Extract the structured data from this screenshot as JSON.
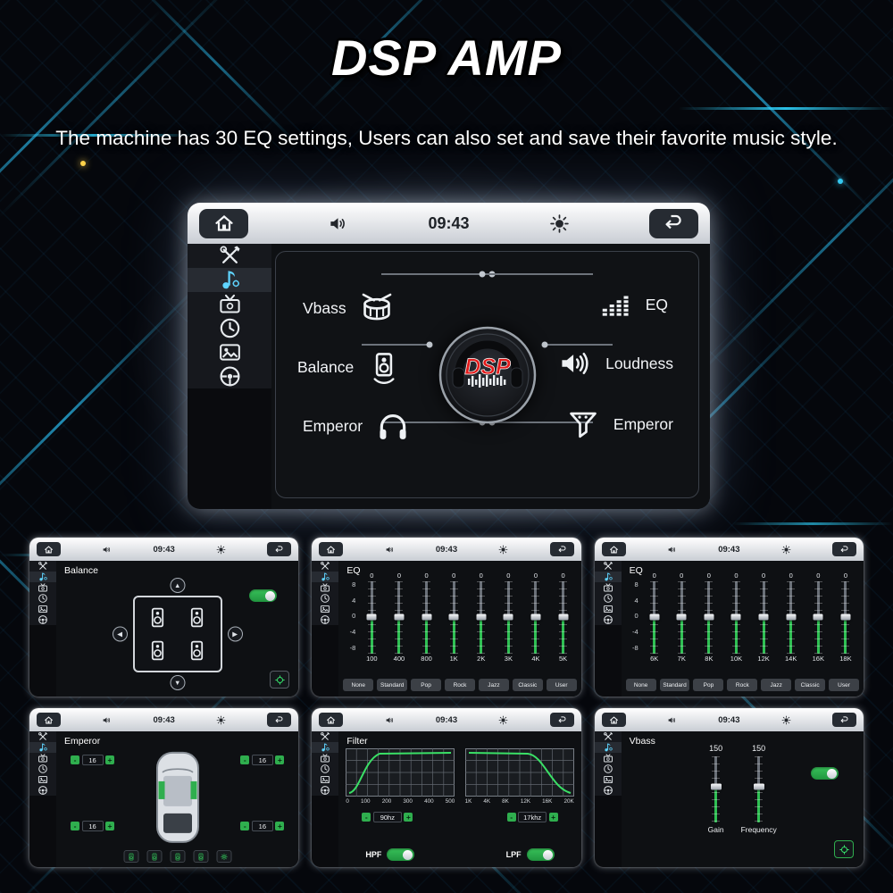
{
  "colors": {
    "accent_green": "#2fae4e",
    "accent_cyan": "#35c8f0",
    "logo_red": "#e31a1a",
    "screen_bg": "#0e1013",
    "statusbar_light": "#d7dbe0"
  },
  "header": {
    "title": "DSP AMP",
    "subtitle": "The machine has 30 EQ settings, Users can also set and save their favorite music style."
  },
  "statusbar": {
    "time": "09:43"
  },
  "sidebar": {
    "items": [
      "setup",
      "audio",
      "video",
      "clock",
      "gallery",
      "steering-wheel"
    ]
  },
  "ui": {
    "minus": "-",
    "plus": "+",
    "arrow_up": "▲",
    "arrow_down": "▼",
    "arrow_left": "◀",
    "arrow_right": "▶"
  },
  "main_screen": {
    "logo_text": "DSP",
    "menu": {
      "vbass": "Vbass",
      "eq": "EQ",
      "balance": "Balance",
      "loudness": "Loudness",
      "emperor_left": "Emperor",
      "emperor_right": "Emperor"
    }
  },
  "panels": {
    "balance": {
      "title": "Balance"
    },
    "eq_low": {
      "title": "EQ",
      "scale": [
        "8",
        "4",
        "0",
        "-4",
        "-8"
      ],
      "values": [
        "0",
        "0",
        "0",
        "0",
        "0",
        "0",
        "0",
        "0"
      ],
      "freqs": [
        "100",
        "400",
        "800",
        "1K",
        "2K",
        "3K",
        "4K",
        "5K"
      ],
      "presets": [
        "None",
        "Standard",
        "Pop",
        "Rock",
        "Jazz",
        "Classic",
        "User"
      ]
    },
    "eq_high": {
      "title": "EQ",
      "scale": [
        "8",
        "4",
        "0",
        "-4",
        "-8"
      ],
      "values": [
        "0",
        "0",
        "0",
        "0",
        "0",
        "0",
        "0",
        "0"
      ],
      "freqs": [
        "6K",
        "7K",
        "8K",
        "10K",
        "12K",
        "14K",
        "16K",
        "18K"
      ],
      "presets": [
        "None",
        "Standard",
        "Pop",
        "Rock",
        "Jazz",
        "Classic",
        "User"
      ]
    },
    "emperor": {
      "title": "Emperor",
      "steppers": [
        "16",
        "16",
        "16",
        "16"
      ]
    },
    "filter": {
      "title": "Filter",
      "hpf_axis": [
        "0",
        "100",
        "200",
        "300",
        "400",
        "500"
      ],
      "lpf_axis": [
        "1K",
        "4K",
        "8K",
        "12K",
        "16K",
        "20K"
      ],
      "hpf_value": "90hz",
      "lpf_value": "17khz",
      "hpf_label": "HPF",
      "lpf_label": "LPF"
    },
    "vbass": {
      "title": "Vbass",
      "gain_value": "150",
      "freq_value": "150",
      "gain_label": "Gain",
      "freq_label": "Frequency"
    }
  }
}
